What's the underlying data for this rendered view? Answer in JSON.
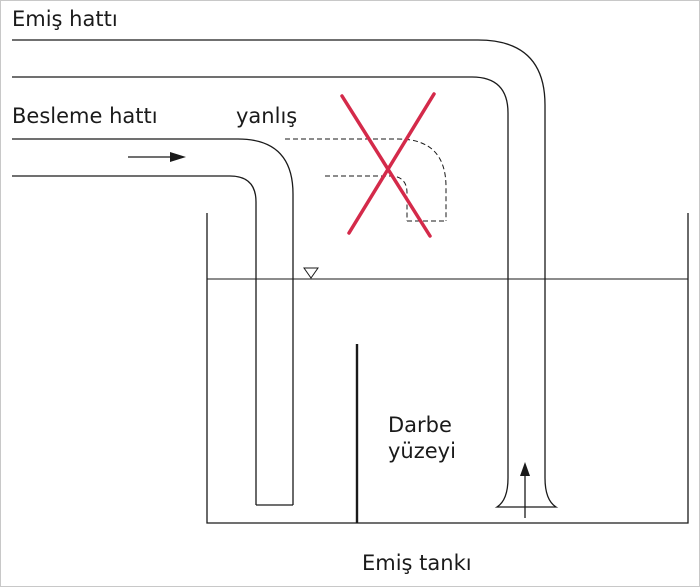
{
  "labels": {
    "suction_line": "Emiş hattı",
    "feed_line": "Besleme hattı",
    "wrong": "yanlış",
    "impact_surface_line1": "Darbe",
    "impact_surface_line2": "yüzeyi",
    "suction_tank": "Emiş tankı"
  },
  "colors": {
    "line": "#1a1a1a",
    "wrong_mark": "#d42a4a",
    "frame": "#c8c8c8"
  }
}
